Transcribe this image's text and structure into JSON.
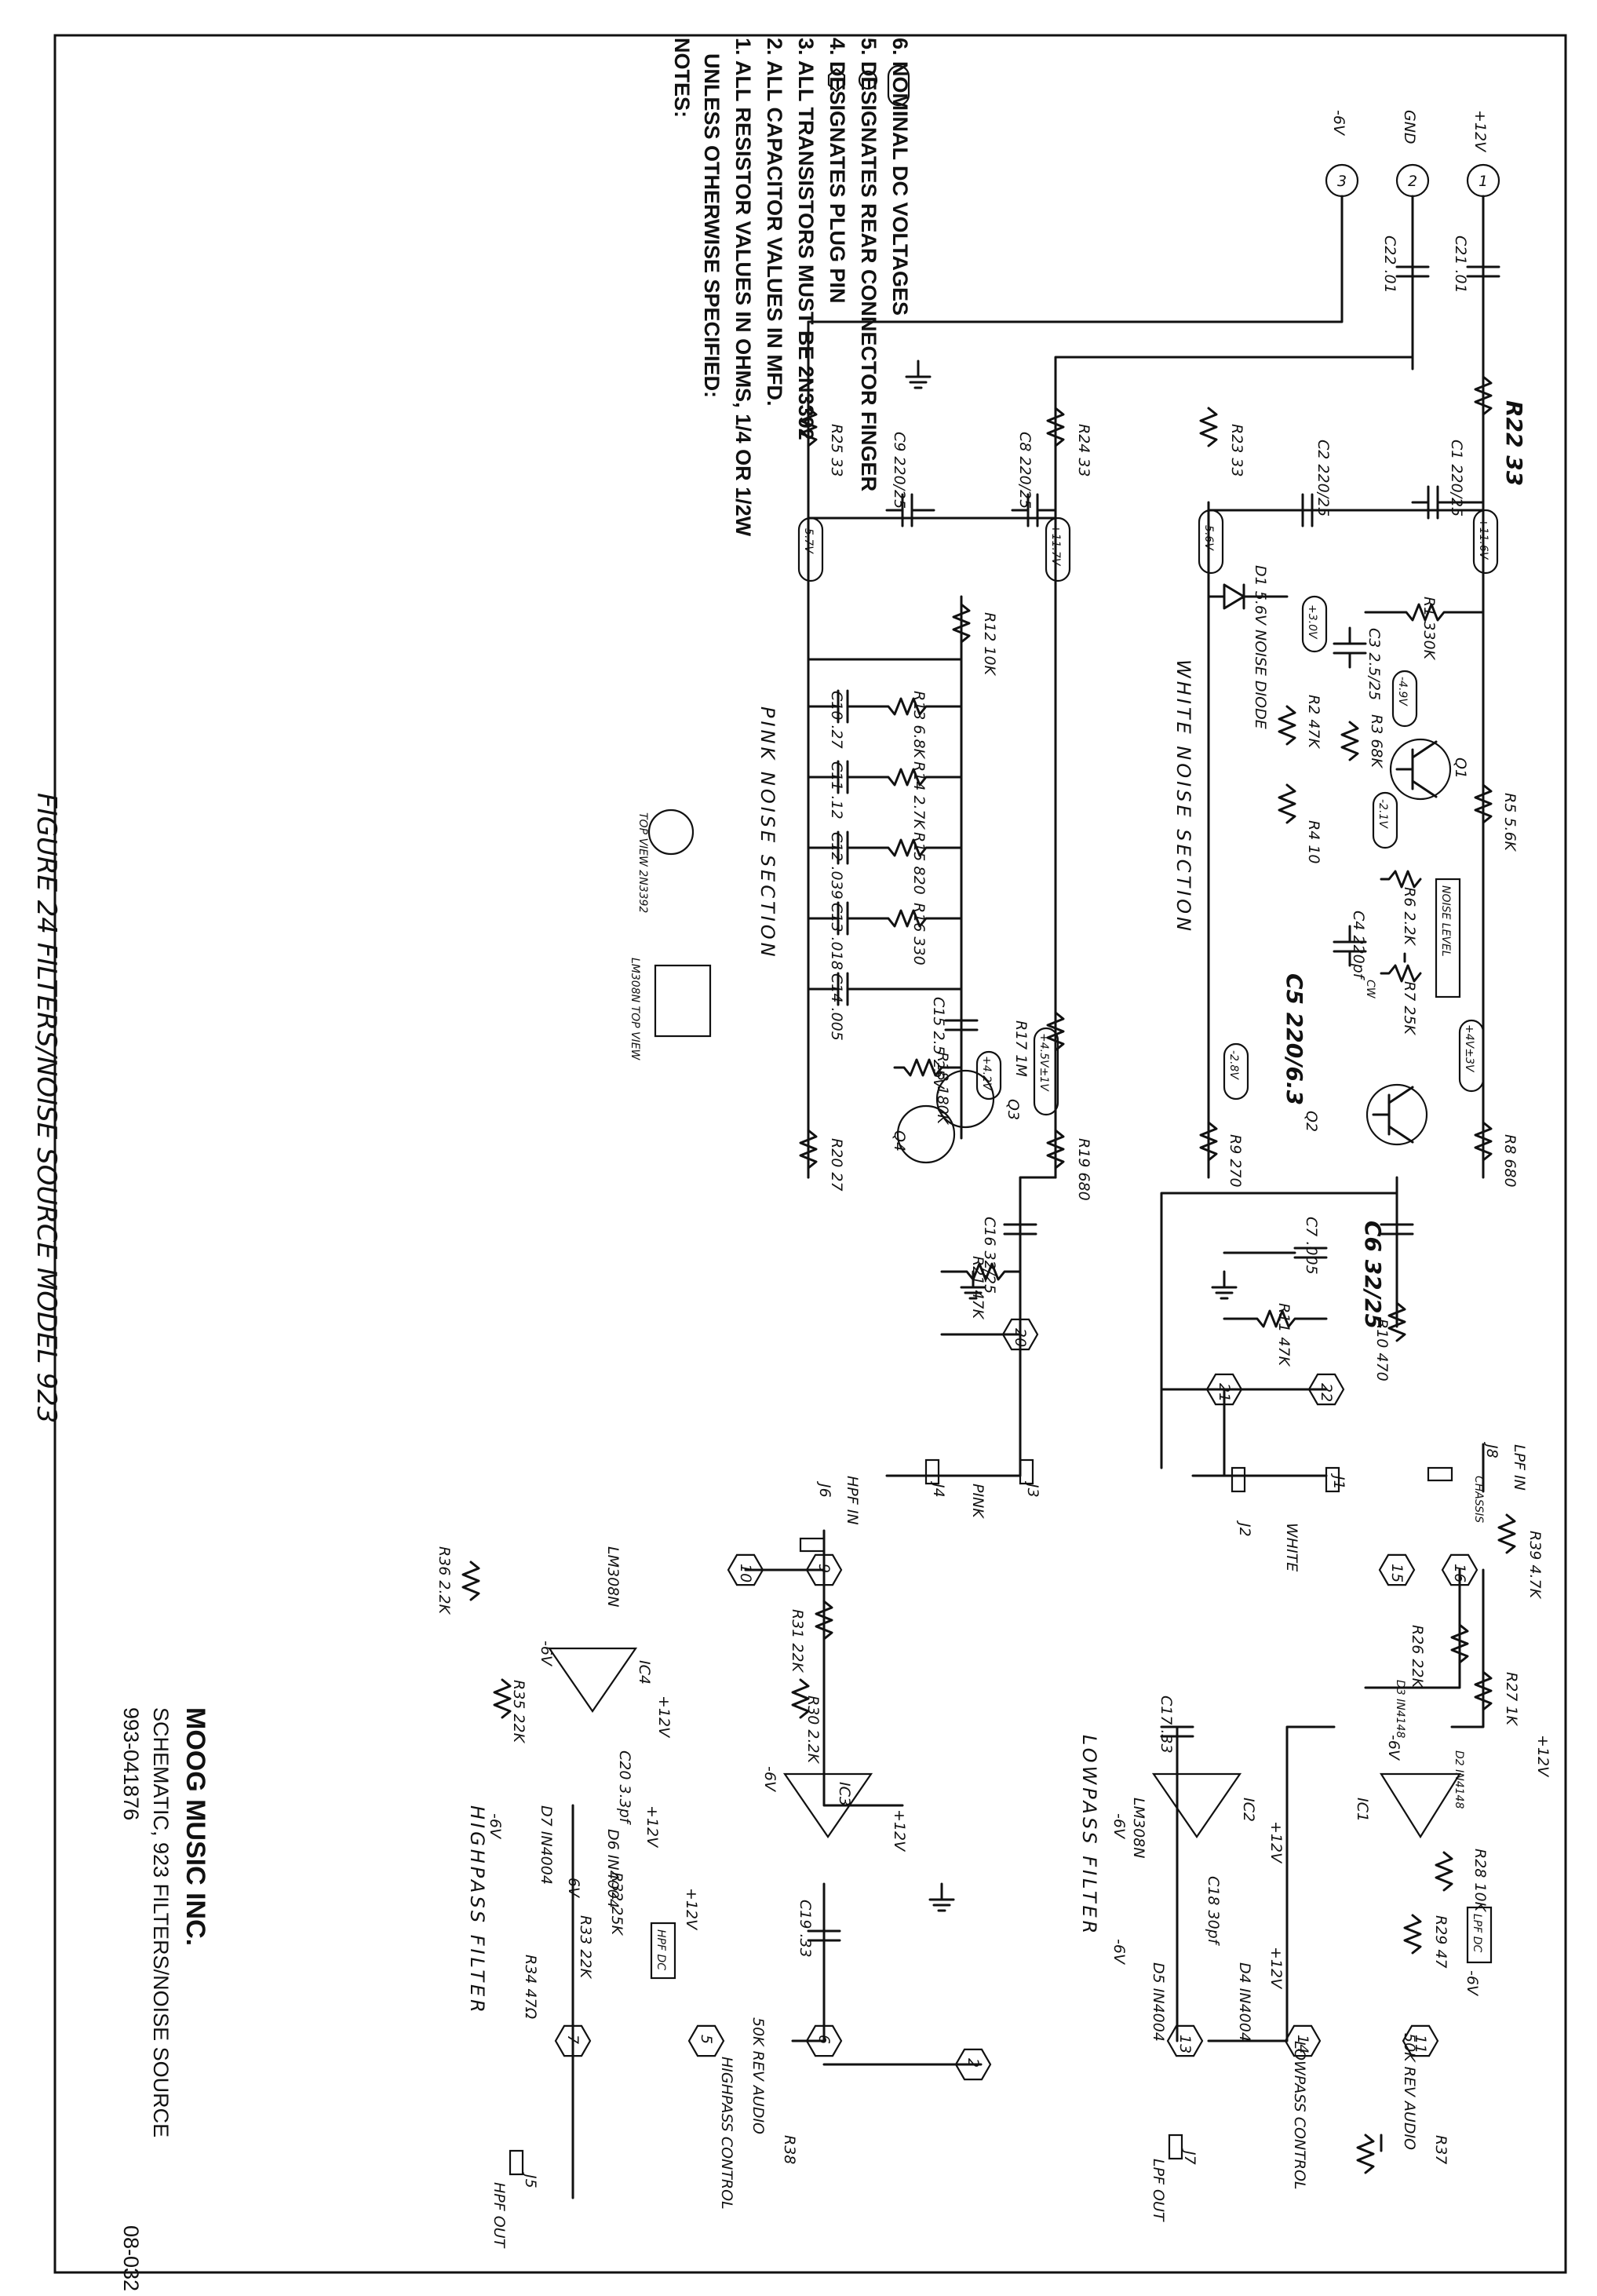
{
  "notes": {
    "heading": "NOTES:",
    "intro": "UNLESS OTHERWISE SPECIFIED:",
    "items": [
      "1.  ALL RESISTOR VALUES IN OHMS, 1/4 OR 1/2W",
      "2.  ALL CAPACITOR VALUES IN MFD.",
      "3.  ALL TRANSISTORS MUST BE 2N3392",
      "4.      DESIGNATES PLUG PIN",
      "5.      DESIGNATES REAR CONNECTOR FINGER",
      "6.        NOMINAL DC VOLTAGES"
    ]
  },
  "title_block": {
    "company": "MOOG MUSIC INC.",
    "title": "SCHEMATIC, 923 FILTERS/NOISE SOURCE",
    "drawing_number": "993-041876",
    "sheet_code": "08-032"
  },
  "figure_caption": "FIGURE 24 FILTERS/NOISE SOURCE MODEL 923",
  "sections": {
    "white": "WHITE NOISE SECTION",
    "pink": "PINK NOISE SECTION",
    "lowpass": "LOWPASS FILTER",
    "highpass": "HIGHPASS FILTER"
  },
  "power_pins": [
    {
      "label": "+12V",
      "pin": "1"
    },
    {
      "label": "GND",
      "pin": "2"
    },
    {
      "label": "-6V",
      "pin": "3"
    }
  ],
  "parts": {
    "C21": "C21 .01",
    "C22": "C22 .01",
    "R22": "R22 33",
    "R23": "R23 33",
    "R24": "R24 33",
    "R25": "R25 33",
    "C1": "C1 220/25",
    "C2": "C2 220/25",
    "C8": "C8 220/25",
    "C9": "C9 220/25",
    "V_116": "+11.6V",
    "V_m56": "-5.6V",
    "V_117": "+11.7V",
    "V_m57": "-5.7V",
    "R1": "R1 330K",
    "D1": "D1 5.6V NOISE DIODE",
    "V_30": "+3.0V",
    "C3": "C3 2.5/25",
    "V_m49": "-4.9V",
    "Q1": "Q1",
    "R2": "R2 47K",
    "R3": "R3 68K",
    "R4": "R4 10",
    "R5": "R5 5.6K",
    "V_m21": "-2.1V",
    "NOISE_LEVEL": "NOISE LEVEL",
    "R6": "R6 2.2K",
    "R7": "R7 25K",
    "CW": "CW",
    "C4": "C4 220pf",
    "C5": "C5 220/6.3",
    "V_m28": "-2.8V",
    "V_4to3": "+4V±3V",
    "Q2": "Q2",
    "R8": "R8 680",
    "R9": "R9 270",
    "C6_white": "C6 32/25",
    "C7": "C7 .005",
    "R10": "R10 470",
    "R11": "R11 47K",
    "R12": "R12 10K",
    "R13": "R13 6.8K",
    "R14": "R14 2.7K",
    "R15": "R15 820",
    "R16": "R16 330",
    "C10": "C10 .27",
    "C11": "C11 .12",
    "C12": "C12 .039",
    "C13": "C13 .018",
    "C14": "C14 .005",
    "C15": "C15 2.5 25V",
    "R17": "R17 1M",
    "R18": "R18 180K",
    "V_42": "+4.2V",
    "V_45": "+4.5V±1V",
    "Q3": "Q3",
    "Q4": "Q4",
    "R19": "R19 680",
    "R20": "R20 27",
    "C16": "C16 32/25",
    "R21": "R21 47K",
    "LPF_IN": "LPF IN",
    "J8": "J8",
    "CHASSIS": "CHASSIS",
    "R39": "R39 4.7K",
    "R26": "R26 22K",
    "R27": "R27 1K",
    "D3": "D3 IN4148",
    "D2": "D2 IN4148",
    "IC1": "IC1",
    "R28": "R28 10K",
    "LPF_DC": "LPF DC",
    "R29": "R29 47",
    "AUDIO_11": "50K REV AUDIO",
    "R37": "R37",
    "LOWPASS_CONTROL": "LOWPASS CONTROL",
    "C17": "C17 .33",
    "IC2": "IC2",
    "LM308N": "LM308N",
    "C18": "C18 30pf",
    "D4": "D4 IN4004",
    "D5": "D5 IN4004",
    "J7": "J7",
    "LPF_OUT": "LPF OUT",
    "J1": "J1",
    "J2": "J2",
    "J3": "J3",
    "J4": "J4",
    "WHITE": "WHITE",
    "PINK": "PINK",
    "HPF_IN": "HPF IN",
    "J6": "J6",
    "R31": "R31 22K",
    "R30": "R30 2.2K",
    "IC3": "IC3",
    "C19": "C19 .33",
    "IC4": "IC4",
    "C20": "C20 3.3pf",
    "R36": "R36 2.2K",
    "R35": "R35 22K",
    "D7": "D7 IN4004",
    "D6": "D6 IN4004",
    "R32": "R32 25K",
    "R33": "R33 22K",
    "R34": "R34 47Ω",
    "HPF_DC": "HPF DC",
    "AUDIO_6": "50K REV AUDIO",
    "R38": "R38",
    "HIGHPASS_CONTROL": "HIGHPASS CONTROL",
    "J5": "J5",
    "HPF_OUT": "HPF OUT",
    "plus12": "+12V",
    "minus6": "-6V",
    "TO5_VIEW": "TOP VIEW 2N3392",
    "DIP_VIEW": "LM308N TOP VIEW"
  },
  "fingers": [
    "20",
    "21",
    "22",
    "15",
    "16",
    "10",
    "9",
    "14",
    "11",
    "13",
    "2",
    "6",
    "5",
    "7"
  ]
}
